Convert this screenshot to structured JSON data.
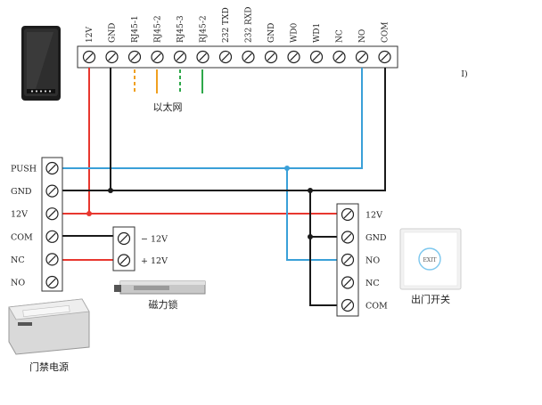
{
  "top_strip": {
    "terminals": [
      "12V",
      "GND",
      "RJ45-1",
      "RJ45-2",
      "RJ45-3",
      "RJ45-2",
      "232 TXD",
      "232 RXD",
      "GND",
      "WD0",
      "WD1",
      "NC",
      "NO",
      "COM"
    ]
  },
  "ethernet_label": "以太网",
  "corner_mark": "I)",
  "power_supply": {
    "terminals": [
      "PUSH",
      "GND",
      "12V",
      "COM",
      "NC",
      "NO"
    ],
    "caption": "门禁电源"
  },
  "magnetic_lock": {
    "terminals": [
      "− 12V",
      "+ 12V"
    ],
    "caption": "磁力锁"
  },
  "exit_button": {
    "terminals": [
      "12V",
      "GND",
      "NO",
      "NC",
      "COM"
    ],
    "caption": "出门开关",
    "face_text": "EXIT"
  },
  "colors": {
    "red": "#e8372f",
    "blue": "#3aa0d8",
    "black": "#1a1a1a",
    "orange": "#f0a020",
    "green": "#2ea84a"
  }
}
